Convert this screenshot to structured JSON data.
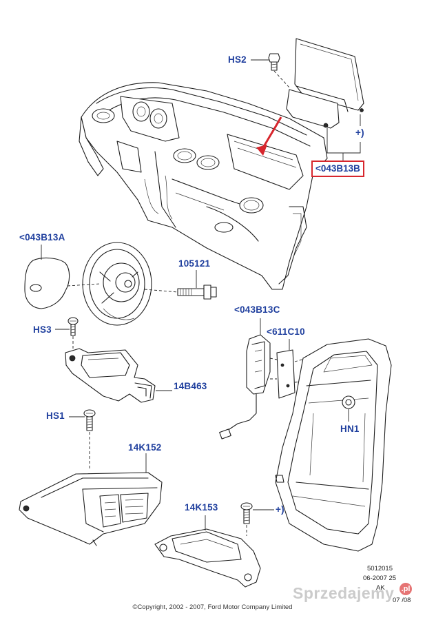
{
  "labels": {
    "hs2": "HS2",
    "b13b": "<043B13B",
    "b13b_sign": "+)",
    "b13a": "<043B13A",
    "l105121": "105121",
    "hs3": "HS3",
    "b13c": "<043B13C",
    "c611c10": "<611C10",
    "b463": "14B463",
    "hs1": "HS1",
    "hn1": "HN1",
    "k152": "14K152",
    "k153": "14K153",
    "k153_sign": "+)"
  },
  "colors": {
    "label_blue": "#1f3f9e",
    "highlight_red": "#d7262d"
  },
  "reference": {
    "line1": "5012015",
    "line2": "06-2007 25",
    "line3": "AK",
    "line4": "07 /08"
  },
  "copyright": "©Copyright, 2002 - 2007, Ford Motor Company Limited",
  "watermark": {
    "text": "Sprzedajemy",
    "badge": ".pl"
  }
}
